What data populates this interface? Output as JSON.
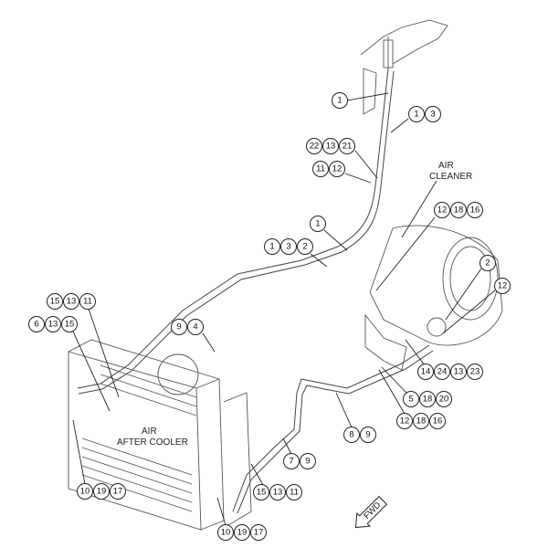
{
  "labels": {
    "air_cleaner": [
      "AIR",
      "CLEANER"
    ],
    "air_after_cooler": [
      "AIR",
      "AFTER COOLER"
    ],
    "fwd": "FWD"
  },
  "callouts": [
    [
      "1"
    ],
    [
      "1",
      "3"
    ],
    [
      "22",
      "13",
      "21"
    ],
    [
      "11",
      "12"
    ],
    [
      "1"
    ],
    [
      "1",
      "3",
      "2"
    ],
    [
      "12",
      "18",
      "16"
    ],
    [
      "2"
    ],
    [
      "12"
    ],
    [
      "15",
      "13",
      "11"
    ],
    [
      "6",
      "13",
      "15"
    ],
    [
      "9",
      "4"
    ],
    [
      "14",
      "24",
      "13",
      "23"
    ],
    [
      "5",
      "18",
      "20"
    ],
    [
      "12",
      "18",
      "16"
    ],
    [
      "8",
      "9"
    ],
    [
      "7",
      "9"
    ],
    [
      "15",
      "13",
      "11"
    ],
    [
      "10",
      "19",
      "17"
    ],
    [
      "10",
      "19",
      "17"
    ]
  ]
}
